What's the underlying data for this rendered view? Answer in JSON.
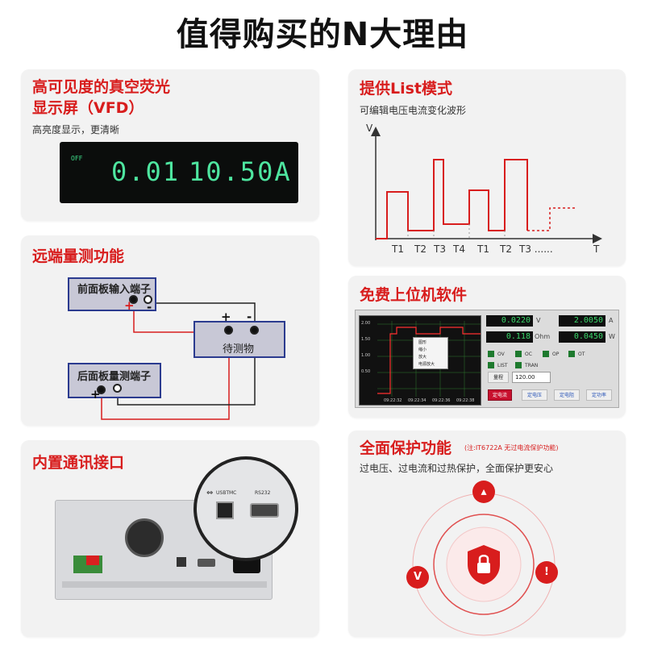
{
  "page": {
    "title": "值得购买的N大理由"
  },
  "vfd_card": {
    "title_line1": "高可见度的真空荧光",
    "title_line2": "显示屏（VFD）",
    "subtitle": "高亮度显示，更清晰",
    "display": {
      "off_label": "OFF",
      "voltage": "0.01",
      "current": "10.50A"
    }
  },
  "list_card": {
    "title": "提供List模式",
    "subtitle": "可编辑电压电流变化波形",
    "axis_y": "V",
    "axis_x": "T",
    "labels": [
      "T1",
      "T2",
      "T3",
      "T4",
      "T1",
      "T2",
      "T3 ......"
    ]
  },
  "sense_card": {
    "title": "远端量测功能",
    "front_label": "前面板输入端子",
    "dut_label": "待测物",
    "rear_label": "后面板量测端子",
    "plus": "+",
    "minus": "-"
  },
  "software_card": {
    "title": "免费上位机软件",
    "readings": [
      {
        "value": "0.0220",
        "unit": "V"
      },
      {
        "value": "2.0050",
        "unit": "A"
      },
      {
        "value": "0.118",
        "unit": "Ohm"
      },
      {
        "value": "0.0450",
        "unit": "W"
      }
    ],
    "checks": [
      "OV",
      "OC",
      "OP",
      "OT",
      "LIST",
      "TRAN"
    ],
    "range_label": "量程",
    "range_value": "120.00",
    "buttons": [
      "定电流",
      "定电压",
      "定电阻",
      "定功率"
    ],
    "menu": [
      "图形",
      "缩小",
      "放大",
      "电源放大"
    ],
    "y_ticks": [
      "2.00",
      "1.50",
      "1.00",
      "0.50"
    ],
    "x_ticks": [
      "09:22:32",
      "09:22:34",
      "09:22:36",
      "09:22:38"
    ]
  },
  "comm_card": {
    "title": "内置通讯接口",
    "usb_label": "USBTMC",
    "rs232_label": "RS232",
    "usb_symbol": "⇔"
  },
  "protect_card": {
    "title": "全面保护功能",
    "note": "(注:IT6722A 无过电流保护功能)",
    "subtitle": "过电压、过电流和过热保护，全面保护更安心",
    "icons": [
      "thermometer-icon",
      "lock-icon",
      "voltage-icon",
      "shield-icon"
    ]
  },
  "colors": {
    "accent": "#d81d1d",
    "card_bg": "#f2f2f2"
  }
}
